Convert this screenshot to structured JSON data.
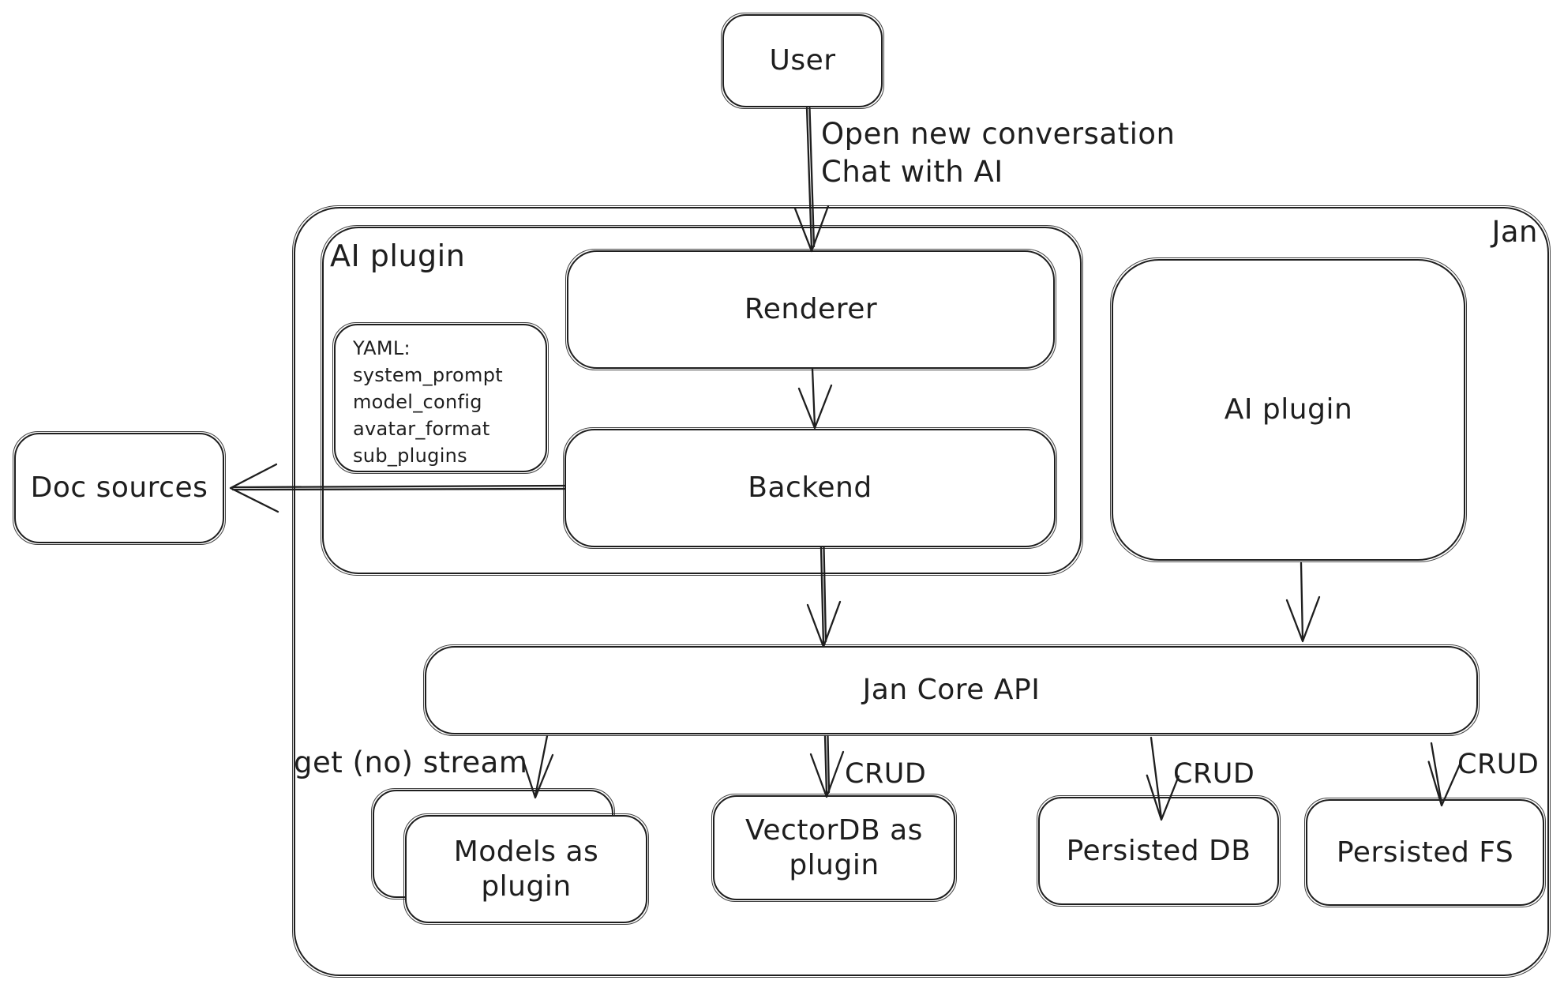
{
  "colors": {
    "stroke": "#1e1e1e",
    "background": "#ffffff"
  },
  "nodes": {
    "user": {
      "label": "User"
    },
    "jan_container": {
      "label": "Jan"
    },
    "ai_plugin_container": {
      "label": "AI plugin"
    },
    "renderer": {
      "label": "Renderer"
    },
    "yaml_note": {
      "lines": [
        "YAML:",
        "system_prompt",
        "model_config",
        "avatar_format",
        "sub_plugins"
      ]
    },
    "backend": {
      "label": "Backend"
    },
    "doc_sources": {
      "label": "Doc sources"
    },
    "ai_plugin_right": {
      "label": "AI plugin"
    },
    "jan_core_api": {
      "label": "Jan Core API"
    },
    "models_as_plugin": {
      "lines": [
        "Models as",
        "plugin"
      ]
    },
    "vectordb_as_plugin": {
      "lines": [
        "VectorDB as",
        "plugin"
      ]
    },
    "persisted_db": {
      "label": "Persisted DB"
    },
    "persisted_fs": {
      "label": "Persisted FS"
    }
  },
  "edges": {
    "user_to_renderer": {
      "label_lines": [
        "Open new conversation",
        "Chat with AI"
      ]
    },
    "jan_core_to_models": {
      "label": "get (no) stream"
    },
    "jan_core_to_vectordb": {
      "label": "CRUD"
    },
    "jan_core_to_persisted_db": {
      "label": "CRUD"
    },
    "jan_core_to_persisted_fs": {
      "label": "CRUD"
    }
  }
}
